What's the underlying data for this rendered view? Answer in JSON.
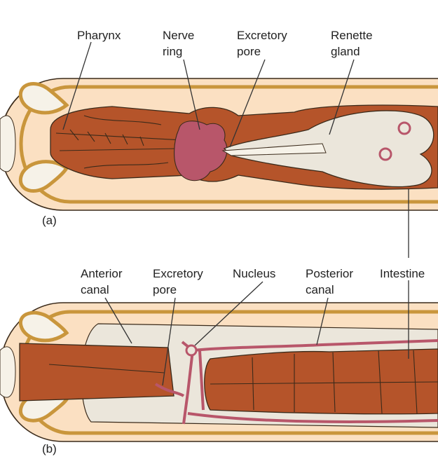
{
  "figure": {
    "panels": [
      {
        "id": "a",
        "tag": "(a)",
        "labels": [
          {
            "key": "pharynx",
            "lines": [
              "Pharynx"
            ]
          },
          {
            "key": "nerve_ring",
            "lines": [
              "Nerve",
              "ring"
            ]
          },
          {
            "key": "excretory_pore",
            "lines": [
              "Excretory",
              "pore"
            ]
          },
          {
            "key": "renette_gland",
            "lines": [
              "Renette",
              "gland"
            ]
          }
        ]
      },
      {
        "id": "b",
        "tag": "(b)",
        "labels": [
          {
            "key": "anterior_canal",
            "lines": [
              "Anterior",
              "canal"
            ]
          },
          {
            "key": "excretory_pore",
            "lines": [
              "Excretory",
              "pore"
            ]
          },
          {
            "key": "nucleus",
            "lines": [
              "Nucleus"
            ]
          },
          {
            "key": "posterior_canal",
            "lines": [
              "Posterior",
              "canal"
            ]
          },
          {
            "key": "intestine",
            "lines": [
              "Intestine"
            ]
          }
        ]
      }
    ],
    "colors": {
      "body_fill": "#fbe0c2",
      "cuticle": "#c9963c",
      "muscle": "#b5542a",
      "nerve": "#b8566a",
      "gland": "#ebe6db",
      "outline": "#3a2a1a"
    }
  }
}
